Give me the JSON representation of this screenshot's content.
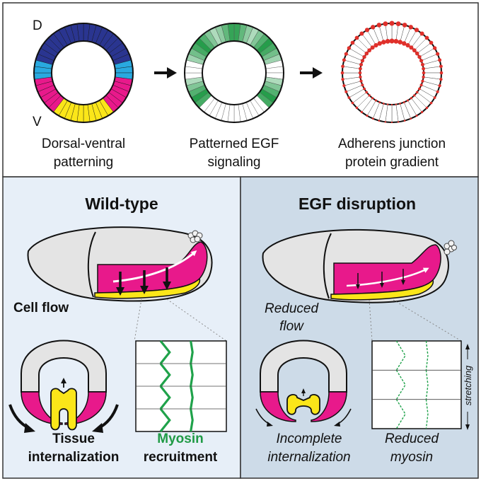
{
  "top": {
    "axis_dorsal": "D",
    "axis_ventral": "V",
    "ring1_line1": "Dorsal-ventral",
    "ring1_line2": "patterning",
    "ring2_line1": "Patterned EGF",
    "ring2_line2": "signaling",
    "ring3_line1": "Adherens junction",
    "ring3_line2": "protein gradient"
  },
  "wild_type": {
    "title": "Wild-type",
    "cell_flow": "Cell flow",
    "tissue_line1": "Tissue",
    "tissue_line2": "internalization",
    "myosin_word": "Myosin",
    "recruitment": "recruitment"
  },
  "egf_disruption": {
    "title": "EGF disruption",
    "reduced_flow_line1": "Reduced",
    "reduced_flow_line2": "flow",
    "incomplete_line1": "Incomplete",
    "incomplete_line2": "internalization",
    "reduced_myosin_line1": "Reduced",
    "reduced_myosin_line2": "myosin",
    "stretching": "stretching"
  },
  "colors": {
    "dorsal_blue": "#2a3590",
    "lateral_cyan": "#29a9e0",
    "mesoderm_magenta": "#e8198b",
    "ventral_yellow": "#fbe619",
    "egf_green": "#1f9a45",
    "myosin_green": "#1fa24a",
    "junction_red": "#e0302b",
    "left_panel_bg": "#e7eff8",
    "right_panel_bg": "#cddbe8"
  }
}
